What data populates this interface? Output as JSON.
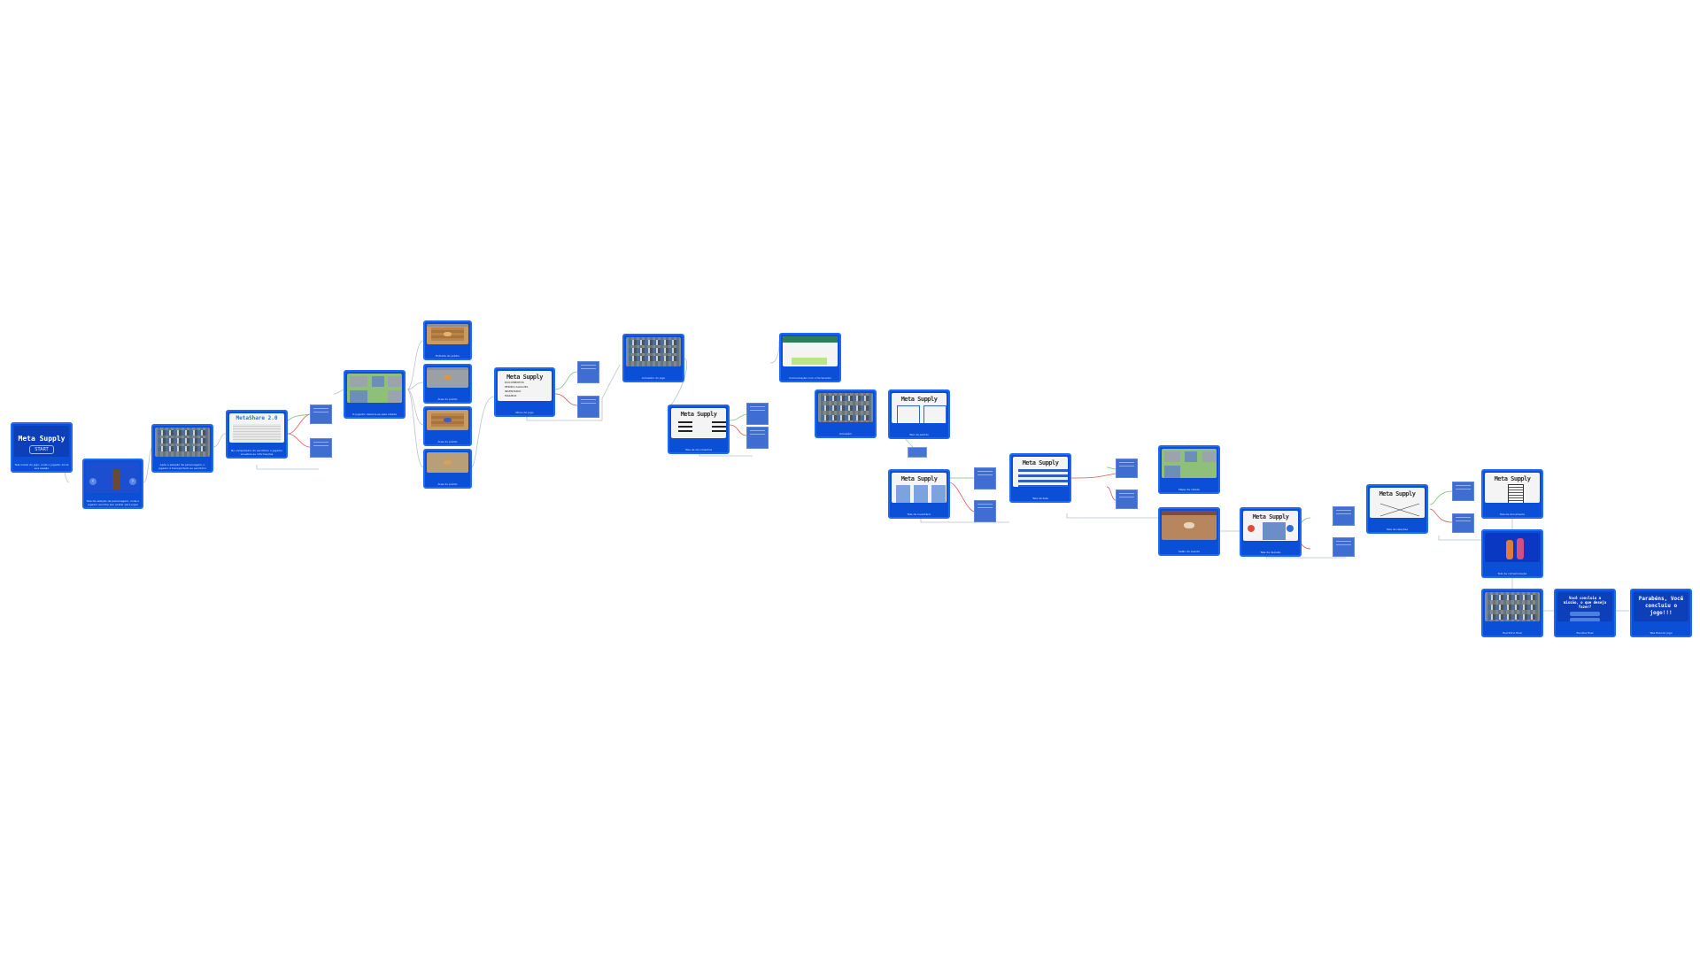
{
  "diagram": {
    "nodes": {
      "start": {
        "title": "Meta Supply",
        "button": "START",
        "caption": "Tela inicial do jogo, onde o jogador inicia sua sessão"
      },
      "character": {
        "caption": "Tela de seleção de personagem, onde o jogador escolhe seu avatar para jogar"
      },
      "office": {
        "caption": "Após a seleção de personagem, o jogador é transportado ao escritório"
      },
      "metashare": {
        "title": "MetaShare 2.0",
        "caption": "No computador do escritório o jogador visualiza as informações"
      },
      "city": {
        "caption": "O jogador desloca-se pela cidade"
      },
      "room1": {
        "caption": "Entrada do prédio"
      },
      "room2": {
        "caption": "Área do prédio"
      },
      "room3": {
        "caption": "Área do prédio"
      },
      "room4": {
        "caption": "Área do prédio"
      },
      "menu1": {
        "title": "Meta Supply",
        "items": [
          "DOCUMENTOS",
          "PEDIDO ALUGUEL",
          "INVENTÁRIO",
          "MAILBOX"
        ],
        "caption": "Menu do jogo"
      },
      "warehouse": {
        "caption": "Armazém do jogo"
      },
      "menu2": {
        "title": "Meta Supply",
        "caption": "Tela de documentos"
      },
      "phone": {
        "caption": "Comunicação com o fornecedor"
      },
      "warehouse2": {
        "caption": "Armazém"
      },
      "menu3": {
        "title": "Meta Supply",
        "caption": "Tela de pedido"
      },
      "menu4": {
        "title": "Meta Supply",
        "caption": "Tela de inventário"
      },
      "menu5": {
        "title": "Meta Supply",
        "caption": "Tela de lista"
      },
      "citymap": {
        "caption": "Mapa da cidade"
      },
      "hall": {
        "caption": "Salão do evento"
      },
      "menu6": {
        "title": "Meta Supply",
        "caption": "Tela de decisão"
      },
      "menu7": {
        "title": "Meta Supply",
        "caption": "Tela de relações"
      },
      "menu8": {
        "title": "Meta Supply",
        "caption": "Tela de documento"
      },
      "celebrate": {
        "caption": "Tela de comemoração"
      },
      "final_office": {
        "caption": "Escritório final"
      },
      "question": {
        "title": "Você concluiu a missão, o que deseja fazer?",
        "caption": "Escolha final"
      },
      "congrats": {
        "title": "Parabéns, Você concluiu o jogo!!!",
        "caption": "Tela final do jogo"
      }
    },
    "colors": {
      "node_fill": "#0b4fd6",
      "node_border": "#1d69f5",
      "leaf_fill": "#3f6dd1",
      "edge_gray": "#b8c2cc",
      "edge_red": "#e0584e",
      "edge_green": "#7cc46b"
    }
  }
}
